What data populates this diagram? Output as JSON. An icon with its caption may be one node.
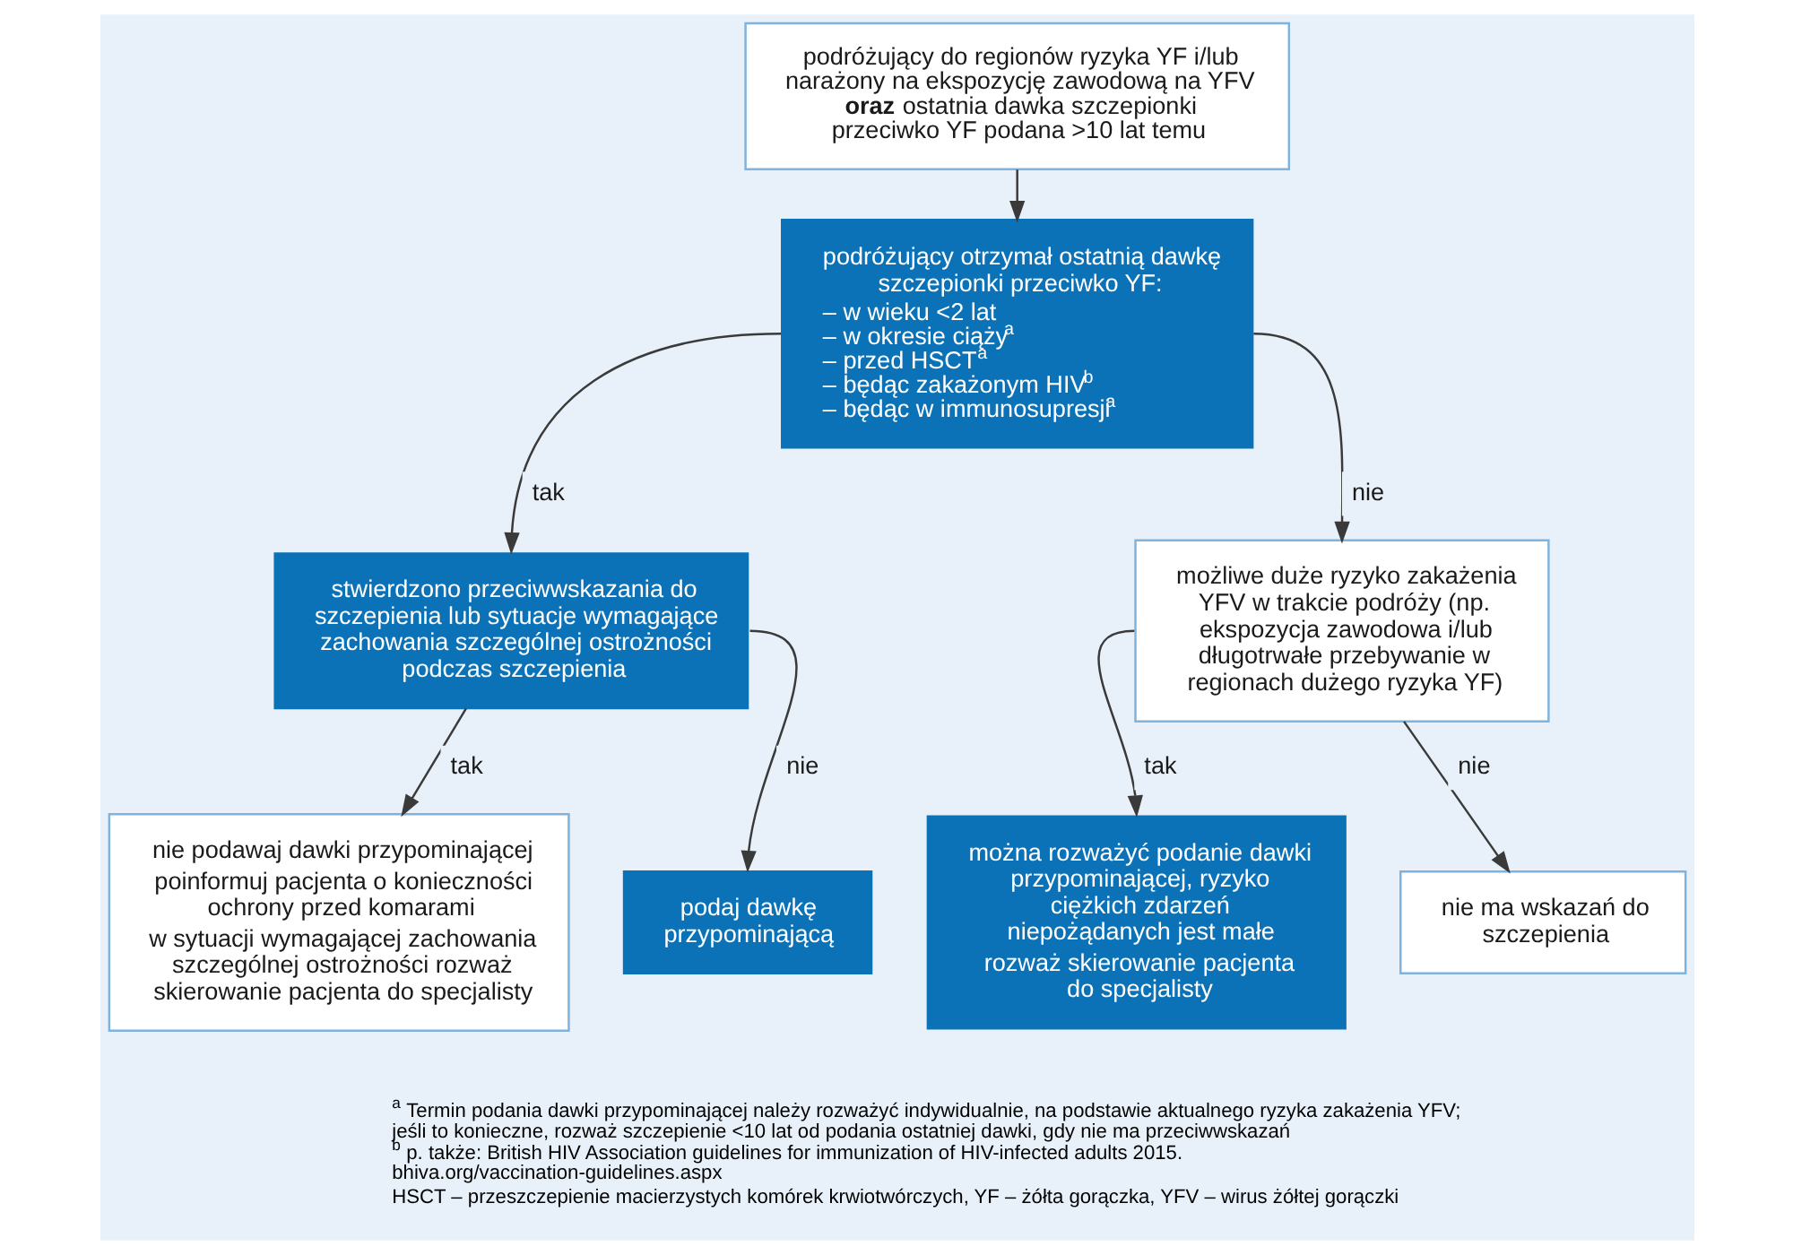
{
  "diagram": {
    "nodes": [
      {
        "text": [
          "podróżujący do regionów ryzyka YF i/lub narażony na ekspozycję zawodową na YFV **oraz** ostatnia dawka szczepionki przeciwko YF podana >10 lat temu"
        ]
      },
      {
        "text": [
          "podróżujący otrzymał ostatnią dawkę szczepionki przeciwko YF:",
          "– w wieku <2 lat",
          "– w okresie ciąży$^{a}$",
          "– przed HSCT$^{a}$",
          "– będąc zakażonym HIV$^{b}$",
          "– będąc w immunosupresji$^{a}$"
        ]
      },
      {
        "text": [
          "stwierdzono przeciwwskazania do szczepienia lub sytuacje wymagające zachowania szczególnej ostrożności podczas szczepienia"
        ]
      },
      {
        "text": [
          "możliwe duże ryzyko zakażenia YFV w trakcie podróży (np. ekspozycja zawodowa i/lub długotrwałe przebywanie w regionach dużego ryzyka YF)"
        ]
      },
      {
        "text": [
          "nie podawaj dawki przypominającej",
          "poinformuj pacjenta o konieczności ochrony przed komarami",
          "w sytuacji wymagającej zachowania szczególnej ostrożności rozważ skierowanie pacjenta do specjalisty"
        ]
      },
      {
        "text": [
          "podaj dawkę przypominającą"
        ]
      },
      {
        "text": [
          "można rozważyć podanie dawki przypominającej, ryzyko ciężkich zdarzeń niepożądanych jest małe",
          "rozważ skierowanie pacjenta do specjalisty"
        ]
      },
      {
        "text": [
          "nie ma wskazań do szczepienia"
        ]
      }
    ],
    "edges": [
      {
        "from": 0,
        "to": 1,
        "arrow": "to"
      },
      {
        "from": 1,
        "to": 2,
        "arrow": "to",
        "label": "tak"
      },
      {
        "from": 1,
        "to": 3,
        "arrow": "to",
        "label": "nie"
      },
      {
        "from": 2,
        "to": 4,
        "arrow": "to",
        "label": "tak"
      },
      {
        "from": 2,
        "to": 5,
        "arrow": "to",
        "label": "nie"
      },
      {
        "from": 3,
        "to": 6,
        "arrow": "to",
        "label": "tak"
      },
      {
        "from": 3,
        "to": 7,
        "arrow": "to",
        "label": "nie"
      }
    ],
    "labels": [
      "$^{a}$ Termin podania dawki przypominającej należy rozważyć indywidualnie, na podstawie aktualnego ryzyka zakażenia YFV; jeśli to konieczne, rozważ szczepienie <10 lat od podania ostatniej dawki, gdy nie ma przeciwwskazań",
      "$^{b}$ p. także: British HIV Association guidelines for immunization of HIV-infected adults 2015. bhiva.org/vaccination-guidelines.aspx",
      "HSCT – przeszczepienie macierzystych komórek krwiotwórczych, YF – żółta gorączka, YFV – wirus żółtej gorączki"
    ]
  }
}
